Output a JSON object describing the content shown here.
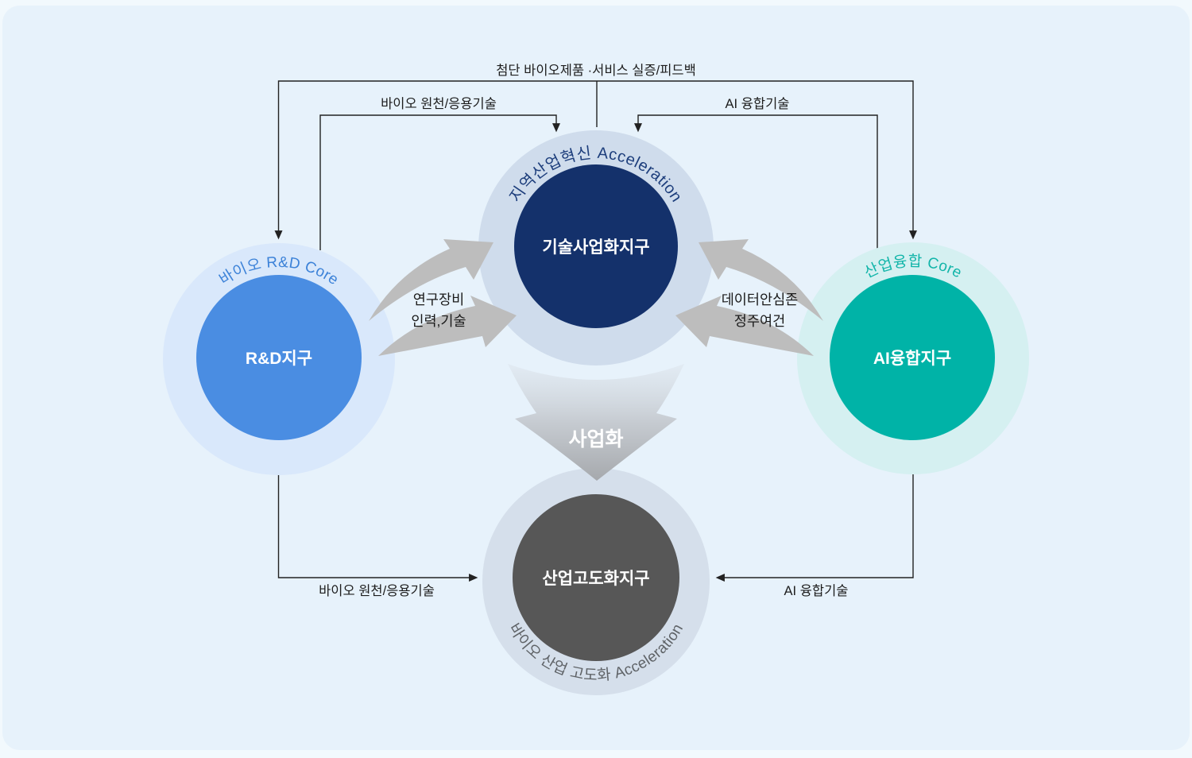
{
  "connectors": {
    "top_feedback": {
      "label": "첨단 바이오제품 ·서비스 실증/피드백"
    },
    "bio_tech_top": {
      "label": "바이오 원천/응용기술"
    },
    "ai_tech_top": {
      "label": "AI 융합기술"
    },
    "bio_tech_bottom": {
      "label": "바이오 원천/응용기술"
    },
    "ai_tech_bottom": {
      "label": "AI 융합기술"
    }
  },
  "exchange": {
    "rnd_to_tech": {
      "line1": "연구장비",
      "line2": "인력,기술"
    },
    "ai_to_tech": {
      "line1": "데이터안심존",
      "line2": "정주여건"
    }
  },
  "flow_down": {
    "label": "사업화"
  },
  "nodes": {
    "tech_commercialization": {
      "arc_label": "지역산업혁신 Acceleration",
      "label": "기술사업화지구"
    },
    "rnd": {
      "arc_label": "바이오 R&D Core",
      "label": "R&D지구"
    },
    "ai_convergence": {
      "arc_label": "산업융합 Core",
      "label": "AI융합지구"
    },
    "industry_advancement": {
      "arc_label": "바이오 산업 고도화 Acceleration",
      "label": "산업고도화지구"
    }
  },
  "colors": {
    "page_bg": "#f2f9fd",
    "panel_bg": "#e7f2fb",
    "tech_fill": "#14316b",
    "tech_ring": "#cfdcec",
    "tech_arc_text": "#1d3e7c",
    "rnd_fill": "#4a8de2",
    "rnd_ring": "#d9e8fb",
    "rnd_arc_text": "#3c82d8",
    "ai_fill": "#00b3a7",
    "ai_ring": "#d5f0f1",
    "ai_arc_text": "#12b5a9",
    "industry_fill": "#575757",
    "industry_ring": "#d5dfeb",
    "industry_arc_text": "#5f6367",
    "swoosh_gray": "#bdbdbd",
    "line": "#222222"
  }
}
